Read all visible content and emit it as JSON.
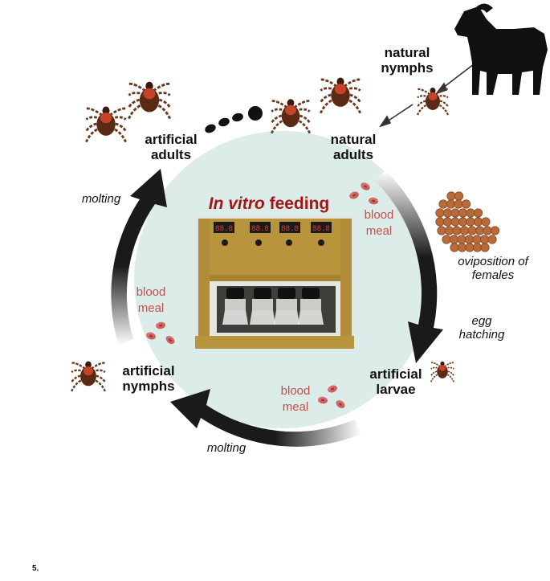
{
  "title": {
    "italic": "In vitro",
    "rest": " feeding"
  },
  "stages": {
    "artificial_adults": "artificial\nadults",
    "natural_adults": "natural\nadults",
    "natural_nymphs": "natural\nnymphs",
    "artificial_larvae": "artificial\nlarvae",
    "artificial_nymphs": "artificial\nnymphs"
  },
  "transitions": {
    "molting_left": "molting",
    "molting_bottom": "molting",
    "oviposition": "oviposition of\nfemales",
    "egg_hatching": "egg\nhatching"
  },
  "blood_meal": "blood\nmeal",
  "device_display": "88.8",
  "figure_number": "5.",
  "colors": {
    "circle_fill": "#dcece9",
    "arrow": "#1a1a1a",
    "blood": "#c0504d",
    "title": "#a4161a",
    "tick_body": "#5a2a14",
    "tick_shield": "#d9472b",
    "eggs": "#b86a3a",
    "device": "#b8943d"
  }
}
